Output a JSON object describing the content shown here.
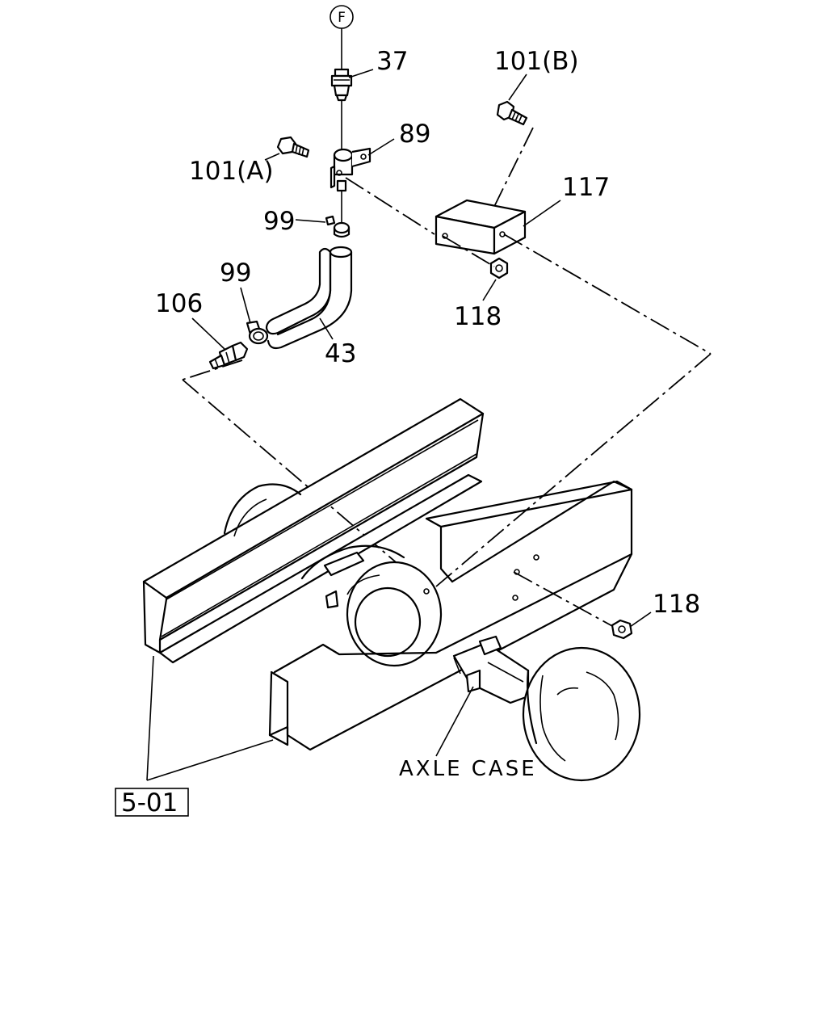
{
  "diagram": {
    "connector_symbol": "F",
    "reference_box": "5-01",
    "axle_label": "AXLE CASE",
    "callouts": {
      "p37": "37",
      "p89": "89",
      "p101a": "101(A)",
      "p101b": "101(B)",
      "p99_upper": "99",
      "p99_lower": "99",
      "p106": "106",
      "p43": "43",
      "p117": "117",
      "p118_upper": "118",
      "p118_lower": "118"
    }
  }
}
